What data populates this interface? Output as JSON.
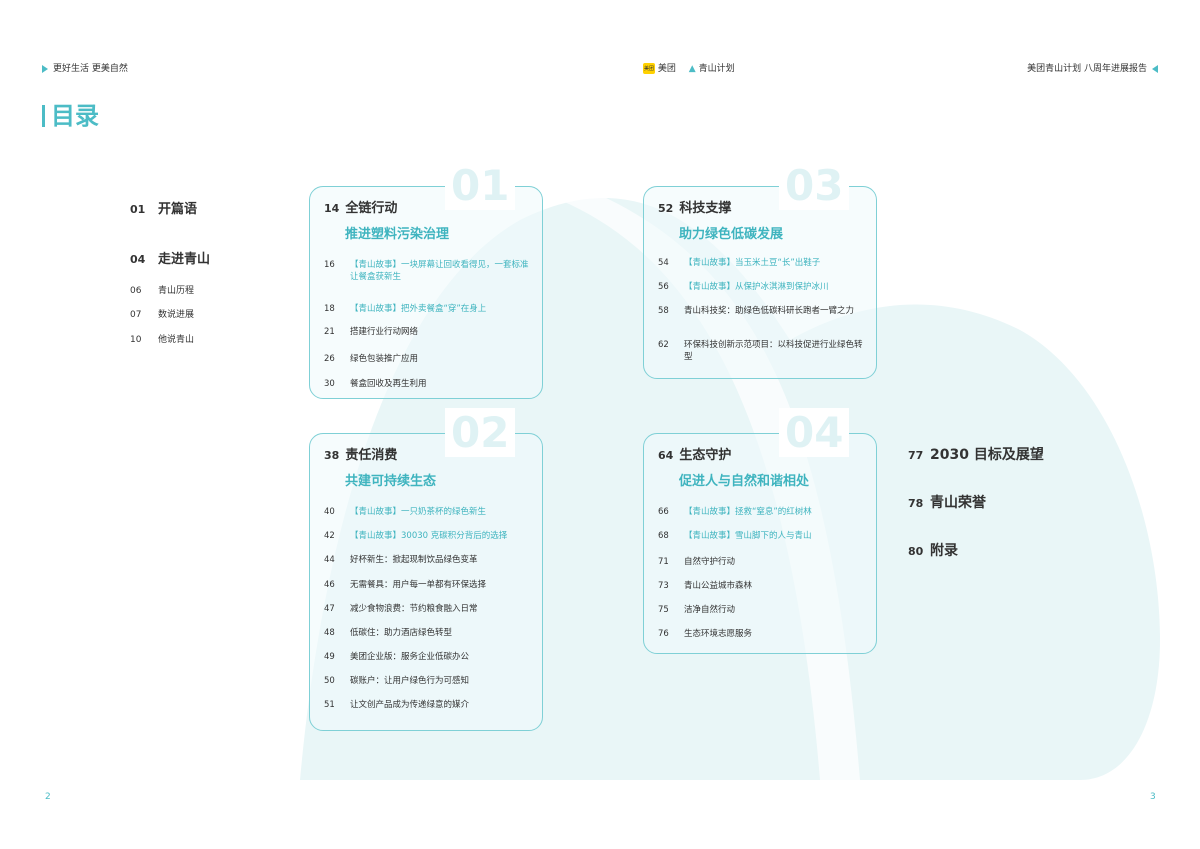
{
  "header": {
    "left": "更好生活 更美自然",
    "logo_meituan": "美团",
    "logo_badge": "美团",
    "logo_qingshan": "青山计划",
    "right": "美团青山计划 八周年进展报告"
  },
  "title": "目录",
  "left_toc": [
    {
      "num": "01",
      "label": "开篇语",
      "level": 1
    },
    {
      "num": "04",
      "label": "走进青山",
      "level": 1
    },
    {
      "num": "06",
      "label": "青山历程",
      "level": 2
    },
    {
      "num": "07",
      "label": "数说进展",
      "level": 2
    },
    {
      "num": "10",
      "label": "他说青山",
      "level": 2
    }
  ],
  "right_toc": [
    {
      "num": "77",
      "label": "2030 目标及展望"
    },
    {
      "num": "78",
      "label": "青山荣誉"
    },
    {
      "num": "80",
      "label": "附录"
    }
  ],
  "chapters": [
    {
      "big": "01",
      "num": "14",
      "title": "全链行动",
      "subtitle": "推进塑料污染治理",
      "items": [
        {
          "num": "16",
          "text": "【青山故事】一块屏幕让回收看得见，一套标准让餐盒获新生",
          "story": true
        },
        {
          "num": "18",
          "text": "【青山故事】把外卖餐盒“穿”在身上",
          "story": true
        },
        {
          "num": "21",
          "text": "搭建行业行动网络",
          "story": false
        },
        {
          "num": "26",
          "text": "绿色包装推广应用",
          "story": false
        },
        {
          "num": "30",
          "text": "餐盒回收及再生利用",
          "story": false
        }
      ]
    },
    {
      "big": "02",
      "num": "38",
      "title": "责任消费",
      "subtitle": "共建可持续生态",
      "items": [
        {
          "num": "40",
          "text": "【青山故事】一只奶茶杯的绿色新生",
          "story": true
        },
        {
          "num": "42",
          "text": "【青山故事】30030 克碳积分背后的选择",
          "story": true
        },
        {
          "num": "44",
          "text": "好杯新生：掀起现制饮品绿色变革",
          "story": false
        },
        {
          "num": "46",
          "text": "无需餐具：用户每一单都有环保选择",
          "story": false
        },
        {
          "num": "47",
          "text": "减少食物浪费：节约粮食融入日常",
          "story": false
        },
        {
          "num": "48",
          "text": "低碳住：助力酒店绿色转型",
          "story": false
        },
        {
          "num": "49",
          "text": "美团企业版：服务企业低碳办公",
          "story": false
        },
        {
          "num": "50",
          "text": "碳账户：让用户绿色行为可感知",
          "story": false
        },
        {
          "num": "51",
          "text": "让文创产品成为传递绿意的媒介",
          "story": false
        }
      ]
    },
    {
      "big": "03",
      "num": "52",
      "title": "科技支撑",
      "subtitle": "助力绿色低碳发展",
      "items": [
        {
          "num": "54",
          "text": "【青山故事】当玉米土豆“长”出鞋子",
          "story": true
        },
        {
          "num": "56",
          "text": "【青山故事】从保护冰淇淋到保护冰川",
          "story": true
        },
        {
          "num": "58",
          "text": "青山科技奖：助绿色低碳科研长跑者一臂之力",
          "story": false
        },
        {
          "num": "62",
          "text": "环保科技创新示范项目：以科技促进行业绿色转型",
          "story": false
        }
      ]
    },
    {
      "big": "04",
      "num": "64",
      "title": "生态守护",
      "subtitle": "促进人与自然和谐相处",
      "items": [
        {
          "num": "66",
          "text": "【青山故事】拯救“窒息”的红树林",
          "story": true
        },
        {
          "num": "68",
          "text": "【青山故事】雪山脚下的人与青山",
          "story": true
        },
        {
          "num": "71",
          "text": "自然守护行动",
          "story": false
        },
        {
          "num": "73",
          "text": "青山公益城市森林",
          "story": false
        },
        {
          "num": "75",
          "text": "洁净自然行动",
          "story": false
        },
        {
          "num": "76",
          "text": "生态环境志愿服务",
          "story": false
        }
      ]
    }
  ],
  "pages": {
    "left": "2",
    "right": "3"
  },
  "colors": {
    "accent": "#4cbcc6",
    "background_shape": "#e9f6f7",
    "meituan_yellow": "#ffd100"
  }
}
